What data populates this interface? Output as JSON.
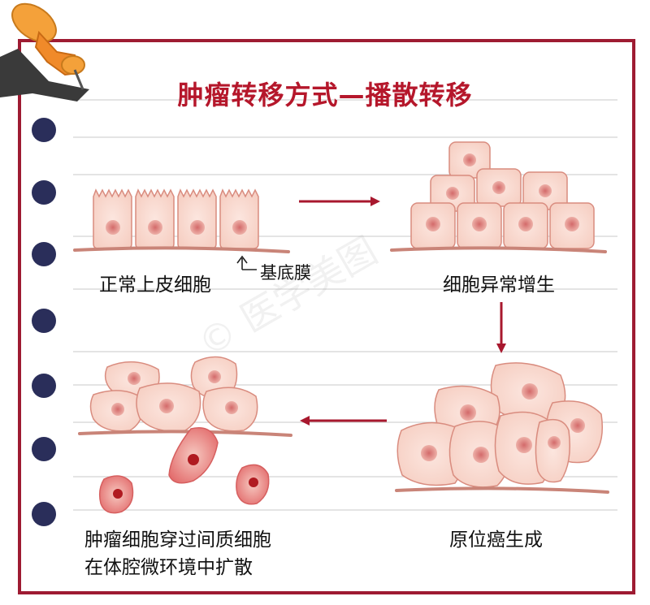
{
  "title": "肿瘤转移方式—播散转移",
  "stages": {
    "normal": "正常上皮细胞",
    "membrane": "基底膜",
    "hyperplasia": "细胞异常增生",
    "in_situ": "原位癌生成",
    "spread_line1": "肿瘤细胞穿过间质细胞",
    "spread_line2": "在体腔微环境中扩散"
  },
  "watermark": "© 医学美图",
  "colors": {
    "accent": "#b5172b",
    "cell_fill": "#f8d2c8",
    "cell_stroke": "#d98c7f",
    "nucleus": "#e08a8a",
    "membrane": "#c98478",
    "dot": "#2a2e5a",
    "frame": "#9e1b32"
  }
}
